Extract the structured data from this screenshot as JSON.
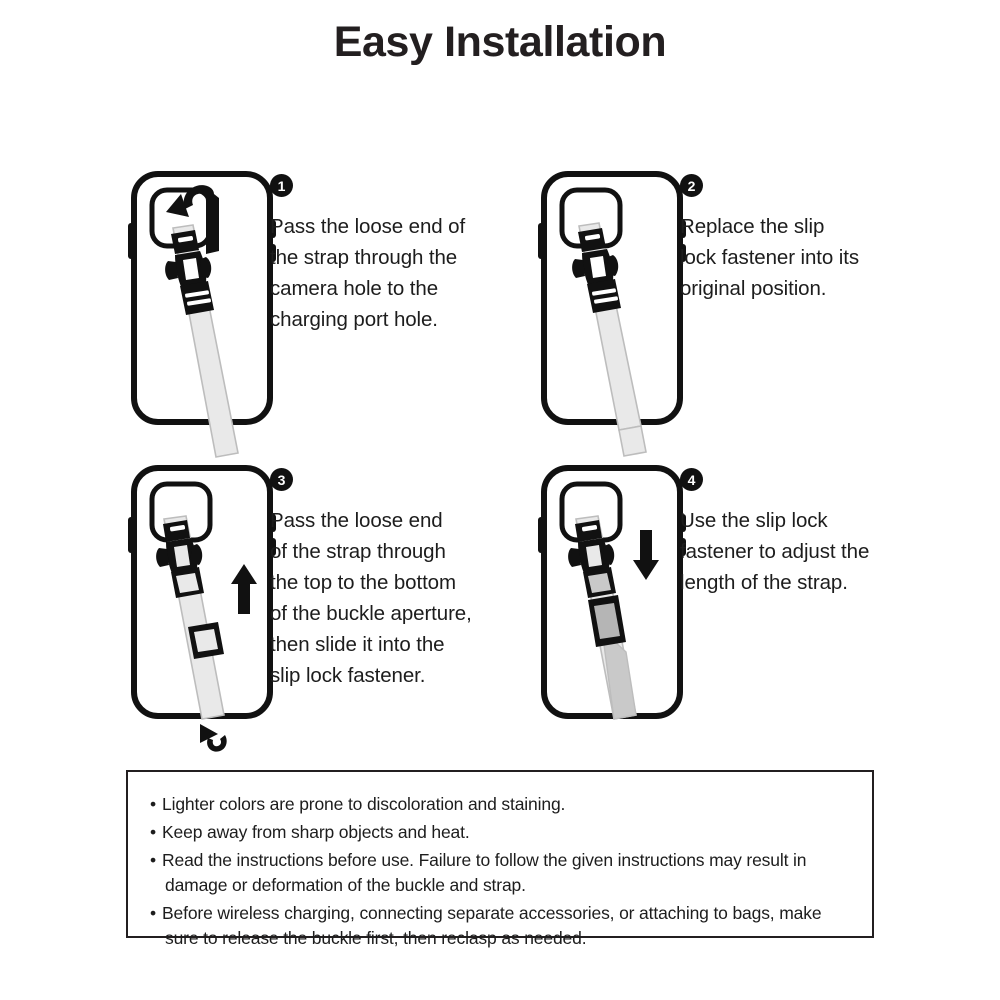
{
  "page": {
    "title": "Easy Installation",
    "background_color": "#ffffff",
    "ink_color": "#231f20",
    "strap_color": "#e9e9e9",
    "strap_shadow_color": "#cccccc",
    "buckle_color": "#111111"
  },
  "steps": [
    {
      "number": "1",
      "badge_style": "filled-circle-white-numeral",
      "illustration": {
        "name": "phone-with-strap-through-camera-hole",
        "arrow": "curved-hook-arrow-left",
        "arrow_name": "curved-hook-arrow-icon"
      },
      "lines": [
        "Pass the loose end of",
        "the strap through the",
        "camera hole to the",
        "charging port hole."
      ]
    },
    {
      "number": "2",
      "badge_style": "filled-circle-white-numeral",
      "illustration": {
        "name": "phone-with-slip-lock-replaced",
        "arrow": "none",
        "arrow_name": ""
      },
      "lines": [
        "Replace the slip",
        "lock fastener into its",
        "original position."
      ]
    },
    {
      "number": "3",
      "badge_style": "filled-circle-white-numeral",
      "illustration": {
        "name": "phone-with-strap-through-buckle-aperture",
        "arrow": "up-arrow-and-curved-bottom-arrow",
        "arrow_name": "up-arrow-icon"
      },
      "lines": [
        "Pass the loose end",
        "of the strap through",
        "the top to the bottom",
        "of the buckle aperture,",
        "then slide it into the",
        "slip lock fastener."
      ]
    },
    {
      "number": "4",
      "badge_style": "filled-circle-white-numeral",
      "illustration": {
        "name": "phone-with-slip-lock-adjustment",
        "arrow": "down-arrow",
        "arrow_name": "down-arrow-icon"
      },
      "lines": [
        "Use the slip lock",
        "fastener to adjust the",
        "length of the strap."
      ]
    }
  ],
  "notice": {
    "bullet_glyph": "•",
    "items": [
      {
        "lines": [
          "Lighter colors are prone to discoloration and staining."
        ]
      },
      {
        "lines": [
          "Keep away from sharp objects and heat."
        ]
      },
      {
        "lines": [
          "Read the instructions before use. Failure to follow the given instructions may result in",
          "damage or deformation of the buckle and strap."
        ]
      },
      {
        "lines": [
          "Before wireless charging, connecting separate accessories, or attaching to bags, make",
          "sure to release the buckle first, then reclasp as needed."
        ]
      }
    ]
  }
}
